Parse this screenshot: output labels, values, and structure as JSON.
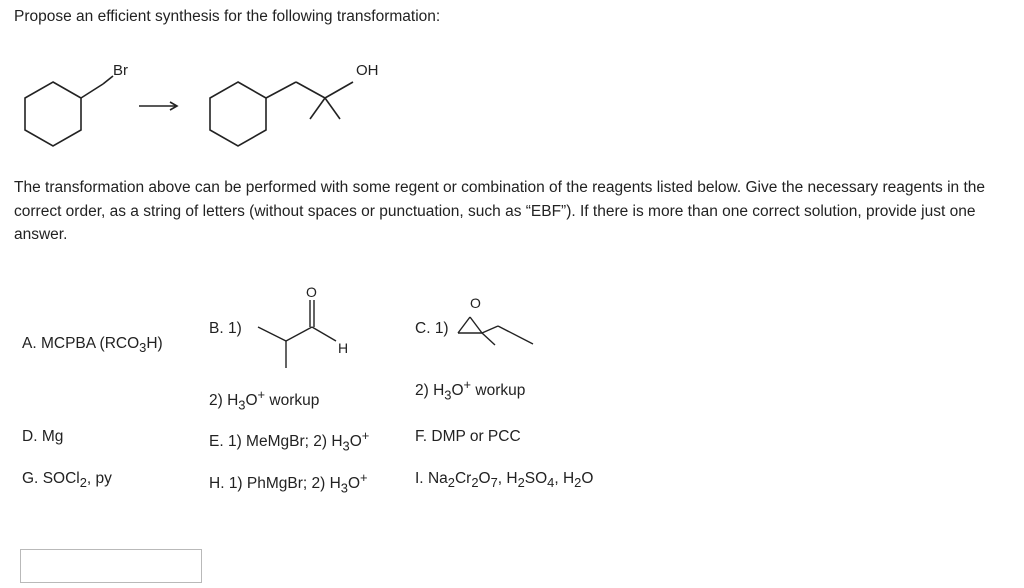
{
  "question": {
    "prompt": "Propose an efficient synthesis for the following transformation:",
    "instructions": "The transformation above can be performed with some regent or combination of the reagents listed below. Give the necessary reagents in the correct order, as a string of letters (without spaces or punctuation, such as “EBF”). If there is more than one correct solution, provide just one answer."
  },
  "scheme": {
    "start_substituent": "Br",
    "product_substituent": "OH"
  },
  "reagents": {
    "A": {
      "letter": "A.",
      "text": "MCPBA (RCO",
      "sub1": "3",
      "text2": "H)"
    },
    "B": {
      "letter": "B.",
      "step1": "1)",
      "oxygen": "O",
      "h": "H",
      "step2_pre": "2) H",
      "step2_sub": "3",
      "step2_o": "O",
      "step2_sup": "+",
      "step2_post": " workup"
    },
    "C": {
      "letter": "C.",
      "step1": "1)",
      "oxygen": "O",
      "step2_pre": "2) H",
      "step2_sub": "3",
      "step2_o": "O",
      "step2_sup": "+",
      "step2_post": " workup"
    },
    "D": {
      "letter": "D.",
      "text": "Mg"
    },
    "E": {
      "letter": "E.",
      "pre": "1) MeMgBr; 2) H",
      "sub": "3",
      "o": "O",
      "sup": "+"
    },
    "F": {
      "letter": "F.",
      "text": "DMP or PCC"
    },
    "G": {
      "letter": "G.",
      "pre": "SOCl",
      "sub": "2",
      "post": ", py"
    },
    "H": {
      "letter": "H.",
      "pre": "1) PhMgBr; 2) H",
      "sub": "3",
      "o": "O",
      "sup": "+"
    },
    "I": {
      "letter": "I.",
      "p1": "Na",
      "s1": "2",
      "p2": "Cr",
      "s2": "2",
      "p3": "O",
      "s3": "7",
      "p4": ", H",
      "s4": "2",
      "p5": "SO",
      "s5": "4",
      "p6": ", H",
      "s6": "2",
      "p7": "O"
    }
  },
  "answer": {
    "value": ""
  }
}
